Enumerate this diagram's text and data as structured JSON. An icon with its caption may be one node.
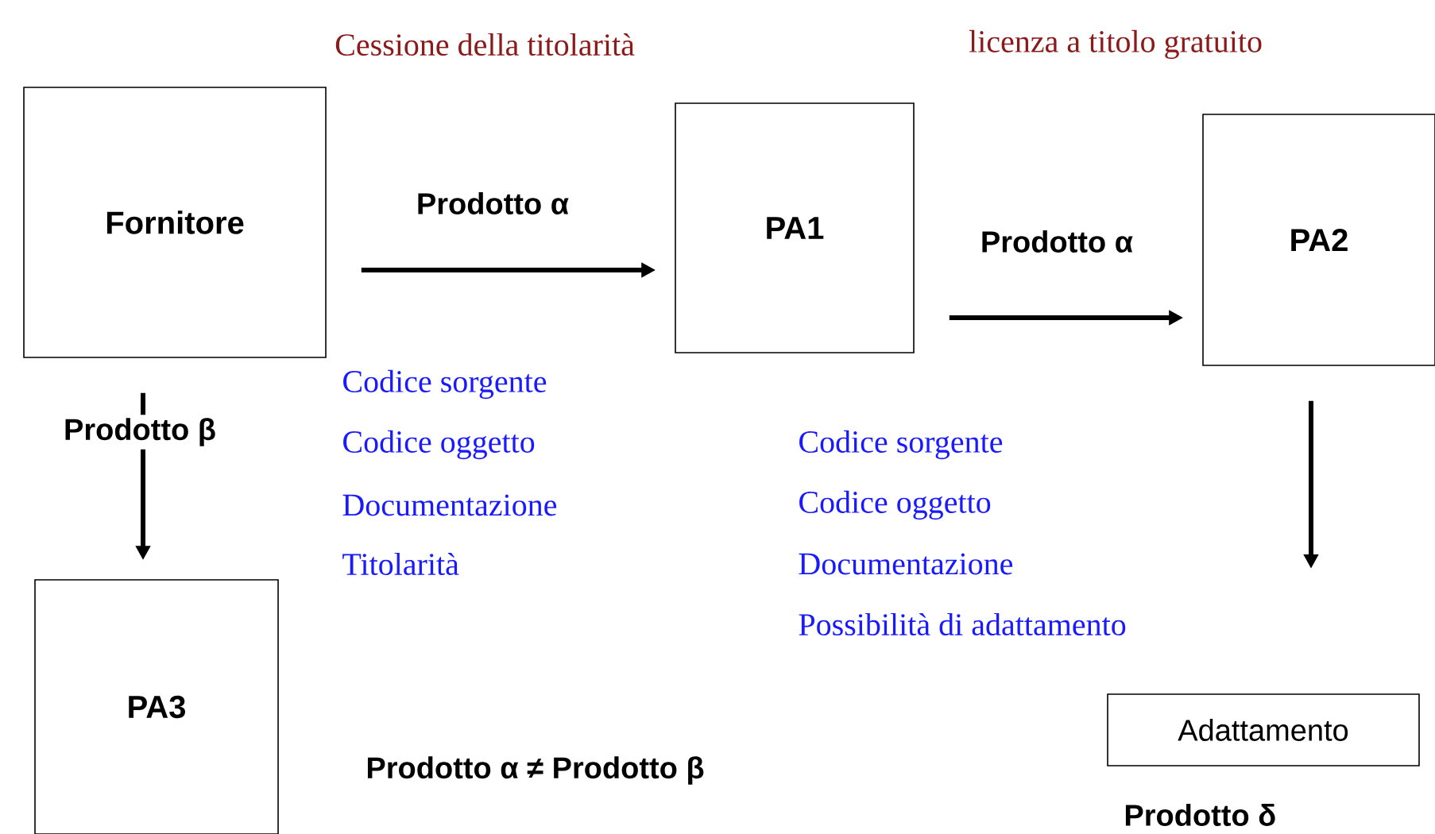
{
  "diagram": {
    "nodes": [
      {
        "text": [
          "Fornitore"
        ]
      },
      {
        "text": [
          "PA1"
        ]
      },
      {
        "text": [
          "PA2"
        ]
      },
      {
        "text": [
          "PA3"
        ]
      },
      {
        "text": [
          "Adattamento"
        ]
      }
    ],
    "edges": [
      {
        "from": 0,
        "to": 1,
        "arrow": "to",
        "label": "Prodotto α"
      },
      {
        "from": 1,
        "to": 2,
        "arrow": "to",
        "label": "Prodotto α"
      },
      {
        "from": 0,
        "to": 3,
        "arrow": "to",
        "label": "Prodotto β"
      },
      {
        "from": 2,
        "to": null,
        "arrow": "to"
      }
    ],
    "labels": [
      "Cessione della titolarità",
      "licenza a titolo gratuito",
      "Codice sorgente",
      "Codice oggetto",
      "Documentazione",
      "Titolarità",
      "Codice sorgente",
      "Codice oggetto",
      "Documentazione",
      "Possibilità di adattamento",
      "Prodotto α ≠ Prodotto β",
      "Prodotto δ"
    ]
  }
}
